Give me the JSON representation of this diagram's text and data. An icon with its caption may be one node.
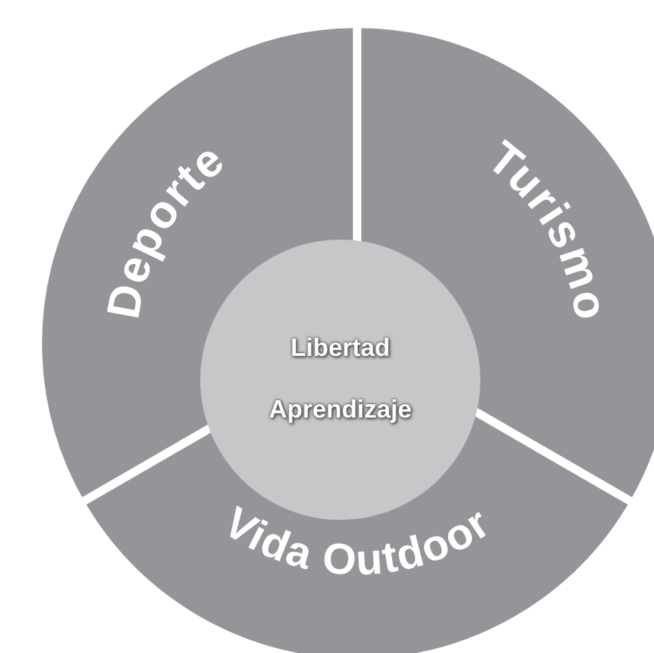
{
  "diagram": {
    "nodes": [
      {
        "text": [
          "Deporte"
        ]
      },
      {
        "text": [
          "Turismo"
        ]
      },
      {
        "text": [
          "Vida Outdoor"
        ]
      },
      {
        "text": [
          "Libertad",
          "Aprendizaje"
        ]
      }
    ]
  }
}
